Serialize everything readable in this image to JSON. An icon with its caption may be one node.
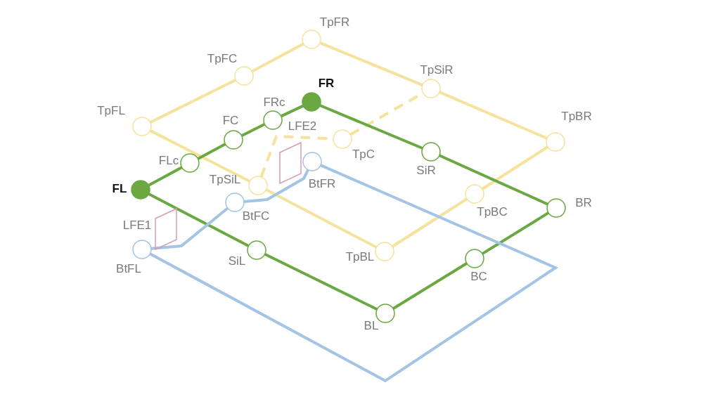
{
  "diagram": {
    "nodes": [
      {
        "text": [
          "TpFL"
        ]
      },
      {
        "text": [
          "TpFC"
        ]
      },
      {
        "text": [
          "TpFR"
        ]
      },
      {
        "text": [
          "TpSiR"
        ]
      },
      {
        "text": [
          "TpBR"
        ]
      },
      {
        "text": [
          "TpBC"
        ]
      },
      {
        "text": [
          "TpBL"
        ]
      },
      {
        "text": [
          "TpSiL"
        ]
      },
      {
        "text": [
          "TpC"
        ]
      },
      {
        "text": [
          "FL"
        ]
      },
      {
        "text": [
          "FLc"
        ]
      },
      {
        "text": [
          "FC"
        ]
      },
      {
        "text": [
          "FRc"
        ]
      },
      {
        "text": [
          "FR"
        ]
      },
      {
        "text": [
          "SiR"
        ]
      },
      {
        "text": [
          "BR"
        ]
      },
      {
        "text": [
          "BC"
        ]
      },
      {
        "text": [
          "BL"
        ]
      },
      {
        "text": [
          "SiL"
        ]
      },
      {
        "text": [
          "BtFL"
        ]
      },
      {
        "text": [
          "BtFC"
        ]
      },
      {
        "text": [
          "BtFR"
        ]
      },
      {
        "text": [
          "LFE1"
        ]
      },
      {
        "text": [
          "LFE2"
        ]
      }
    ],
    "edges": [
      {
        "from": 0,
        "to": 1,
        "arrow": "none",
        "color": "#f5e29c"
      },
      {
        "from": 1,
        "to": 2,
        "arrow": "none",
        "color": "#f5e29c"
      },
      {
        "from": 2,
        "to": 3,
        "arrow": "none",
        "color": "#f5e29c"
      },
      {
        "from": 3,
        "to": 4,
        "arrow": "none",
        "color": "#f5e29c"
      },
      {
        "from": 4,
        "to": 5,
        "arrow": "none",
        "color": "#f5e29c"
      },
      {
        "from": 5,
        "to": 6,
        "arrow": "none",
        "color": "#f5e29c"
      },
      {
        "from": 6,
        "to": 7,
        "arrow": "none",
        "color": "#f5e29c"
      },
      {
        "from": 7,
        "to": 0,
        "arrow": "none",
        "color": "#f5e29c"
      },
      {
        "from": 7,
        "to": 8,
        "arrow": "none",
        "style": "dashed",
        "color": "#f5e29c"
      },
      {
        "from": 8,
        "to": 3,
        "arrow": "none",
        "style": "dashed",
        "color": "#f5e29c"
      },
      {
        "from": 9,
        "to": 10,
        "arrow": "none",
        "color": "#6aa842"
      },
      {
        "from": 10,
        "to": 11,
        "arrow": "none",
        "color": "#6aa842"
      },
      {
        "from": 11,
        "to": 12,
        "arrow": "none",
        "color": "#6aa842"
      },
      {
        "from": 12,
        "to": 13,
        "arrow": "none",
        "color": "#6aa842"
      },
      {
        "from": 13,
        "to": 14,
        "arrow": "none",
        "color": "#6aa842"
      },
      {
        "from": 14,
        "to": 15,
        "arrow": "none",
        "color": "#6aa842"
      },
      {
        "from": 15,
        "to": 16,
        "arrow": "none",
        "color": "#6aa842"
      },
      {
        "from": 16,
        "to": 17,
        "arrow": "none",
        "color": "#6aa842"
      },
      {
        "from": 17,
        "to": 18,
        "arrow": "none",
        "color": "#6aa842"
      },
      {
        "from": 18,
        "to": 9,
        "arrow": "none",
        "color": "#6aa842"
      },
      {
        "from": 19,
        "to": 20,
        "arrow": "none",
        "color": "#a3c4e4"
      },
      {
        "from": 20,
        "to": 21,
        "arrow": "none",
        "color": "#a3c4e4"
      },
      {
        "from": 21,
        "to": 19,
        "arrow": "none",
        "color": "#a3c4e4"
      }
    ]
  }
}
